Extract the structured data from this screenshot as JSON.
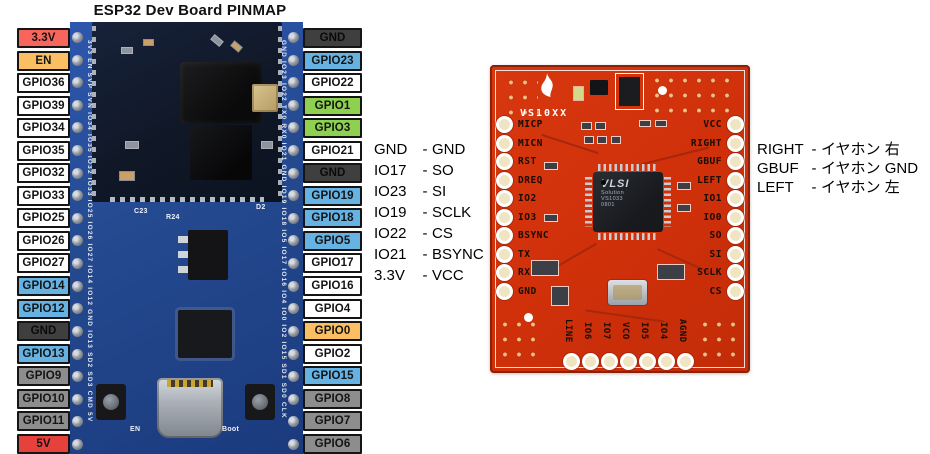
{
  "title": "ESP32 Dev Board PINMAP",
  "esp32": {
    "left_pins": [
      {
        "label": "3.3V",
        "type": "power33"
      },
      {
        "label": "EN",
        "type": "orange"
      },
      {
        "label": "GPIO36",
        "type": "white"
      },
      {
        "label": "GPIO39",
        "type": "white"
      },
      {
        "label": "GPIO34",
        "type": "white"
      },
      {
        "label": "GPIO35",
        "type": "white"
      },
      {
        "label": "GPIO32",
        "type": "white"
      },
      {
        "label": "GPIO33",
        "type": "white"
      },
      {
        "label": "GPIO25",
        "type": "white"
      },
      {
        "label": "GPIO26",
        "type": "white"
      },
      {
        "label": "GPIO27",
        "type": "white"
      },
      {
        "label": "GPIO14",
        "type": "blue"
      },
      {
        "label": "GPIO12",
        "type": "blue"
      },
      {
        "label": "GND",
        "type": "gnd"
      },
      {
        "label": "GPIO13",
        "type": "blue"
      },
      {
        "label": "GPIO9",
        "type": "gray"
      },
      {
        "label": "GPIO10",
        "type": "gray"
      },
      {
        "label": "GPIO11",
        "type": "gray"
      },
      {
        "label": "5V",
        "type": "power5"
      }
    ],
    "right_pins": [
      {
        "label": "GND",
        "type": "gnd"
      },
      {
        "label": "GPIO23",
        "type": "blue"
      },
      {
        "label": "GPIO22",
        "type": "white"
      },
      {
        "label": "GPIO1",
        "type": "green"
      },
      {
        "label": "GPIO3",
        "type": "green"
      },
      {
        "label": "GPIO21",
        "type": "white"
      },
      {
        "label": "GND",
        "type": "gnd"
      },
      {
        "label": "GPIO19",
        "type": "blue"
      },
      {
        "label": "GPIO18",
        "type": "blue"
      },
      {
        "label": "GPIO5",
        "type": "blue"
      },
      {
        "label": "GPIO17",
        "type": "white"
      },
      {
        "label": "GPIO16",
        "type": "white"
      },
      {
        "label": "GPIO4",
        "type": "white"
      },
      {
        "label": "GPIO0",
        "type": "orange"
      },
      {
        "label": "GPIO2",
        "type": "white"
      },
      {
        "label": "GPIO15",
        "type": "blue"
      },
      {
        "label": "GPIO8",
        "type": "gray"
      },
      {
        "label": "GPIO7",
        "type": "gray"
      },
      {
        "label": "GPIO6",
        "type": "gray"
      }
    ],
    "left_edge_silk": "3V3 EN SVP SVN IO34 IO35 IO32 IO33 IO25 IO26 IO27 IO14 IO12 GND IO13 SD2 SD3 CMD 5V",
    "right_edge_silk": "GND IO23 IO22 TX0 RX0 IO21 GND IO19 IO18 IO5 IO17 IO16 IO4 IO0 IO2 IO15 SD1 SD0 CLK",
    "silk_labels": {
      "r24": "R24",
      "c23": "C23",
      "d2": "D2",
      "en": "EN",
      "boot": "Boot"
    }
  },
  "spi_mapping": {
    "dash": "-",
    "rows": [
      {
        "from": "GND",
        "to": "GND"
      },
      {
        "from": "IO17",
        "to": "SO"
      },
      {
        "from": "IO23",
        "to": "SI"
      },
      {
        "from": "IO19",
        "to": "SCLK"
      },
      {
        "from": "IO22",
        "to": "CS"
      },
      {
        "from": "IO21",
        "to": "BSYNC"
      },
      {
        "from": "3.3V",
        "to": "VCC"
      }
    ]
  },
  "audio_mapping": {
    "dash": "-",
    "rows": [
      {
        "from": "RIGHT",
        "to": "イヤホン 右"
      },
      {
        "from": "GBUF",
        "to": "イヤホン GND"
      },
      {
        "from": "LEFT",
        "to": "イヤホン 左"
      }
    ]
  },
  "vs10xx": {
    "silk_name": "VS10XX",
    "left_pins": [
      "MICP",
      "MICN",
      "RST",
      "DREQ",
      "IO2",
      "IO3",
      "BSYNC",
      "TX",
      "RX",
      "GND"
    ],
    "right_pins": [
      "VCC",
      "RIGHT",
      "GBUF",
      "LEFT",
      "IO1",
      "IO0",
      "SO",
      "SI",
      "SCLK",
      "CS"
    ],
    "bottom_pins": [
      "LINE",
      "IO6",
      "IO7",
      "VCO",
      "IO5",
      "IO4",
      "AGND"
    ],
    "chip_logo": "VLSI",
    "chip_lines": [
      "Solution",
      "VS1033",
      "0801"
    ]
  },
  "colors": {
    "pin_types": {
      "power33": {
        "bg": "#f8655c",
        "fg": "#141414"
      },
      "power5": {
        "bg": "#e7413b",
        "fg": "#141414"
      },
      "orange": {
        "bg": "#fbbf63",
        "fg": "#141414"
      },
      "white": {
        "bg": "#ffffff",
        "fg": "#141414"
      },
      "blue": {
        "bg": "#66b2e3",
        "fg": "#141414"
      },
      "green": {
        "bg": "#8ed04f",
        "fg": "#141414"
      },
      "gnd": {
        "bg": "#3f3f3f",
        "fg": "#0a0a0a"
      },
      "gray": {
        "bg": "#8d8d8d",
        "fg": "#141414"
      }
    },
    "pcb_red": "#d1330b",
    "pcb_blue": "#27509f"
  }
}
